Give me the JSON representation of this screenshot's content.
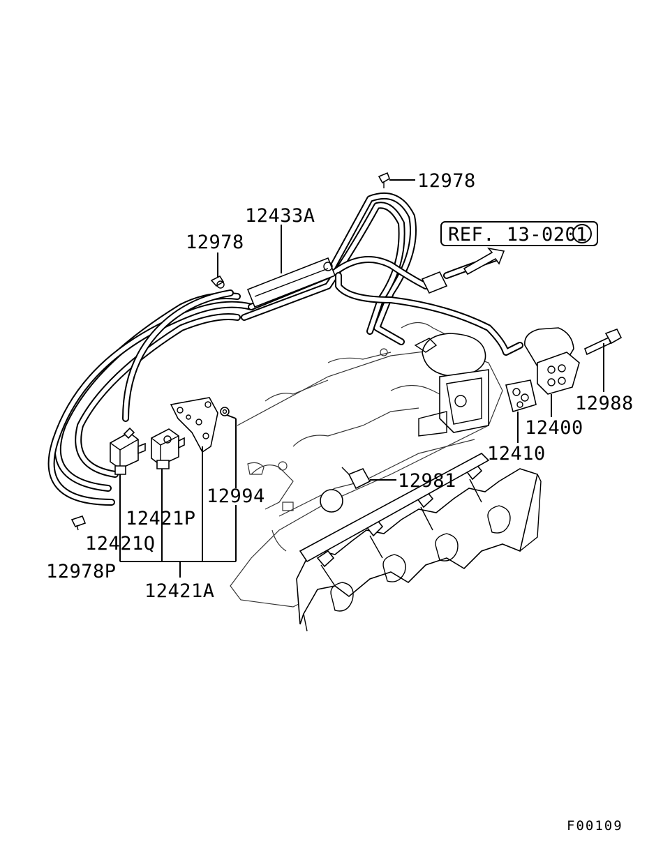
{
  "diagram": {
    "figure_code": "F00109",
    "reference": {
      "text": "REF. 13-020",
      "circled_number": "1"
    },
    "callouts": {
      "c_12978_top": "12978",
      "c_12433A": "12433A",
      "c_12978_left": "12978",
      "c_12988": "12988",
      "c_12400": "12400",
      "c_12410": "12410",
      "c_12981": "12981",
      "c_12994": "12994",
      "c_12421P": "12421P",
      "c_12421Q": "12421Q",
      "c_12978P": "12978P",
      "c_12421A": "12421A"
    }
  }
}
